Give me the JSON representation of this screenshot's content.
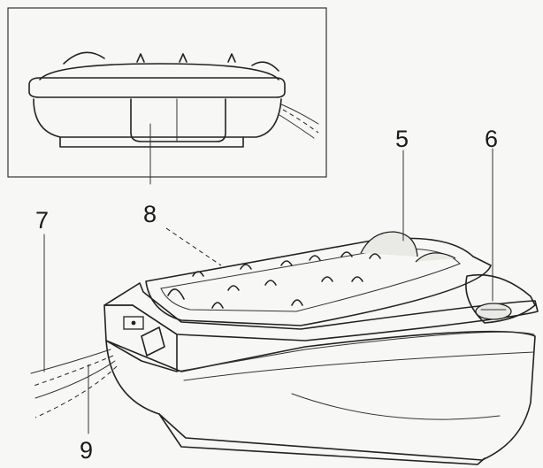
{
  "callouts": {
    "c5": "5",
    "c6": "6",
    "c7": "7",
    "c8": "8",
    "c9": "9"
  },
  "colors": {
    "ink": "#222222",
    "paper": "#f7f7f5"
  }
}
